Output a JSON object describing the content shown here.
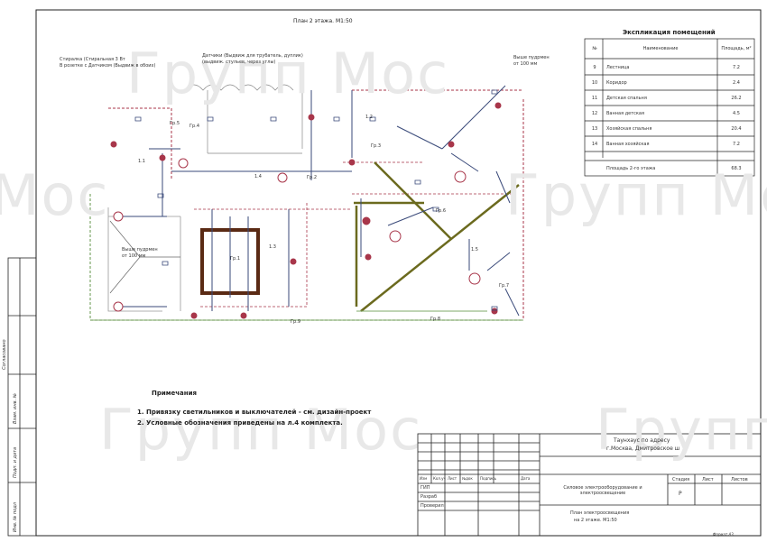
{
  "title": "План 2 этажа. М1:50",
  "watermark": [
    "Групп Мос",
    "Мос",
    "Групп Мос",
    "Групп",
    "Групп Мос"
  ],
  "plan_labels": {
    "top_left_note_1": "Стиралка (Стиральная 3 Вт",
    "top_left_note_2": "В розетке с Датчиком (Выдвиж в обоих)",
    "top_mid_note_1": "Датчики (Выдвиж для трубатель, дуплик)",
    "top_mid_note_2": "(выдвиж. стульев, через углы)",
    "top_right_note_1": "Выше пудрмен",
    "top_right_note_2": "от 100 мм",
    "left_room_note_1": "Выше пудрмен",
    "left_room_note_2": "от 100 мм",
    "group_tags": [
      "Гр.5",
      "Гр.4",
      "Гр.3",
      "Гр.2",
      "Гр.1",
      "Гр.6",
      "Гр.7",
      "Гр.8",
      "Гр.9"
    ],
    "room_numbers": [
      "1.1",
      "1.2",
      "1.3",
      "1.4",
      "1.5"
    ]
  },
  "notes": {
    "heading": "Примечания",
    "items": [
      "1.  Привязку светильников и выключателей - см. дизайн-проект",
      "2.  Условные обозначения приведены на л.4 комплекта."
    ]
  },
  "explication": {
    "title": "Экспликация помещений",
    "headers": [
      "№",
      "Наименование",
      "Площадь, м²"
    ],
    "rows": [
      [
        "9",
        "Лестница",
        "7.2"
      ],
      [
        "10",
        "Коридор",
        "2.4"
      ],
      [
        "11",
        "Детская спальня",
        "26.2"
      ],
      [
        "12",
        "Ванная детская",
        "4.5"
      ],
      [
        "13",
        "Хозяйская спальня",
        "20.4"
      ],
      [
        "14",
        "Ванная хозяйская",
        "7.2"
      ]
    ],
    "total_label": "Площадь 2-го этажа",
    "total_value": "68.3"
  },
  "title_block": {
    "address_1": "Таунхаус по адресу",
    "address_2": "г.Москва, Дмитровское ш",
    "columns": [
      "Изм",
      "Кол.уч",
      "Лист",
      "№док",
      "Подпись",
      "Дата"
    ],
    "roles": [
      "ГИП",
      "Разраб",
      "Проверил"
    ],
    "section": "Силовое электрооборудование и электроосвещение",
    "sheet_name_1": "План электроосвещения",
    "sheet_name_2": "на 2 этаже. М1:50",
    "stage_label": "Стадия",
    "sheet_label": "Лист",
    "sheets_label": "Листов",
    "stage_value": "Р",
    "format": "Формат А3"
  },
  "side_stamp": {
    "approved": "Согласовано",
    "inv_orig": "Инв. № подл",
    "sign_date": "Подп. и дата",
    "inv_dup": "Взам. инв. №"
  },
  "colors": {
    "wire_blue": "#3a4a7a",
    "wire_red": "#a8364a",
    "wire_olive": "#6b6a1e",
    "wire_green": "#7fa86a",
    "room_brown": "#5a2a14",
    "frame": "#222222"
  }
}
